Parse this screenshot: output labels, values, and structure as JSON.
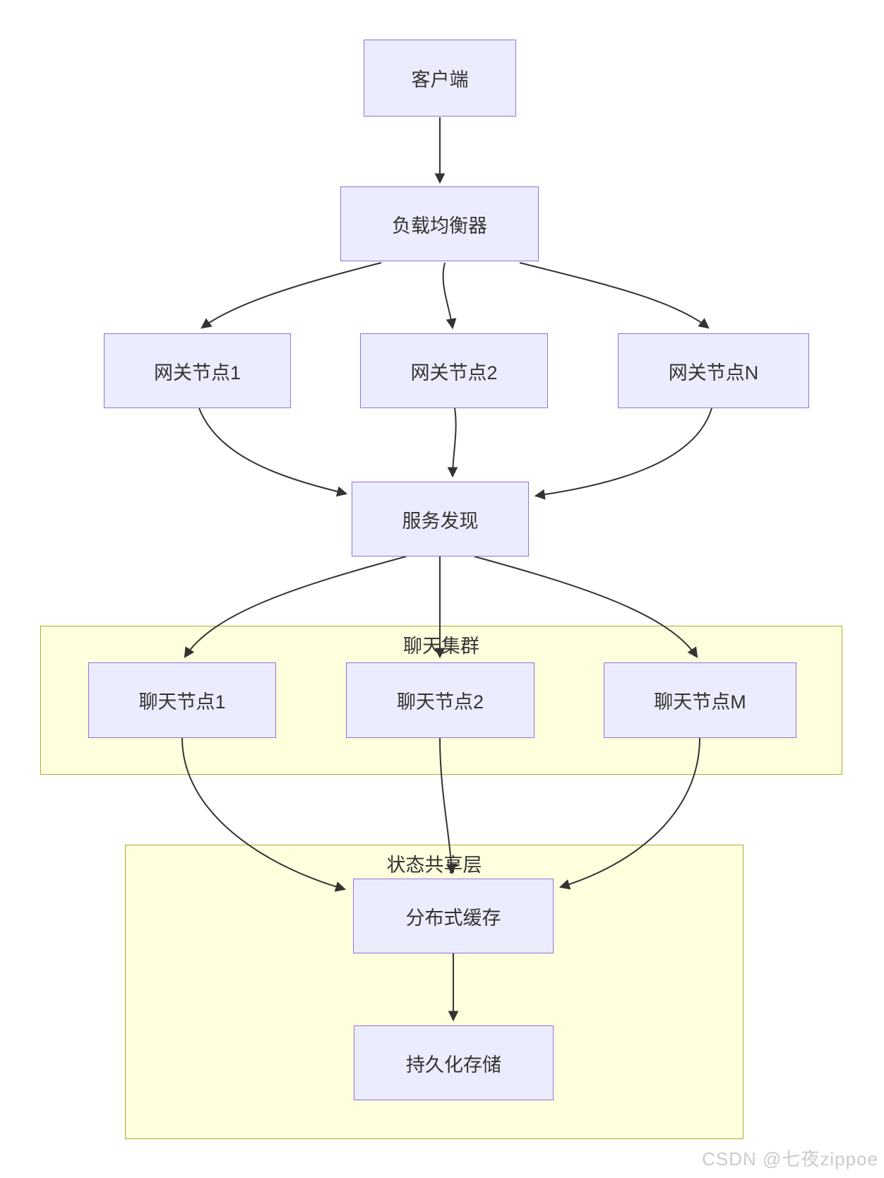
{
  "diagram": {
    "type": "flowchart",
    "nodes": {
      "client": {
        "label": "客户端"
      },
      "load_balancer": {
        "label": "负载均衡器"
      },
      "gateway1": {
        "label": "网关节点1"
      },
      "gateway2": {
        "label": "网关节点2"
      },
      "gatewayN": {
        "label": "网关节点N"
      },
      "service_discovery": {
        "label": "服务发现"
      },
      "chat1": {
        "label": "聊天节点1"
      },
      "chat2": {
        "label": "聊天节点2"
      },
      "chatM": {
        "label": "聊天节点M"
      },
      "cache": {
        "label": "分布式缓存"
      },
      "storage": {
        "label": "持久化存储"
      }
    },
    "clusters": {
      "chat_cluster": {
        "title": "聊天集群"
      },
      "state_layer": {
        "title": "状态共享层"
      }
    },
    "edges": [
      {
        "from": "客户端",
        "to": "负载均衡器"
      },
      {
        "from": "负载均衡器",
        "to": "网关节点1"
      },
      {
        "from": "负载均衡器",
        "to": "网关节点2"
      },
      {
        "from": "负载均衡器",
        "to": "网关节点N"
      },
      {
        "from": "网关节点1",
        "to": "服务发现"
      },
      {
        "from": "网关节点2",
        "to": "服务发现"
      },
      {
        "from": "网关节点N",
        "to": "服务发现"
      },
      {
        "from": "服务发现",
        "to": "聊天节点1"
      },
      {
        "from": "服务发现",
        "to": "聊天节点2"
      },
      {
        "from": "服务发现",
        "to": "聊天节点M"
      },
      {
        "from": "聊天节点1",
        "to": "分布式缓存"
      },
      {
        "from": "聊天节点2",
        "to": "分布式缓存"
      },
      {
        "from": "聊天节点M",
        "to": "分布式缓存"
      },
      {
        "from": "分布式缓存",
        "to": "持久化存储"
      }
    ],
    "colors": {
      "node_fill": "#ECECFF",
      "node_border": "#9370DB",
      "cluster_fill": "#FFFFDE",
      "cluster_border": "#AAAA33",
      "edge": "#333333",
      "text": "#333333"
    }
  },
  "watermark": {
    "text": "CSDN @七夜zippoe"
  }
}
